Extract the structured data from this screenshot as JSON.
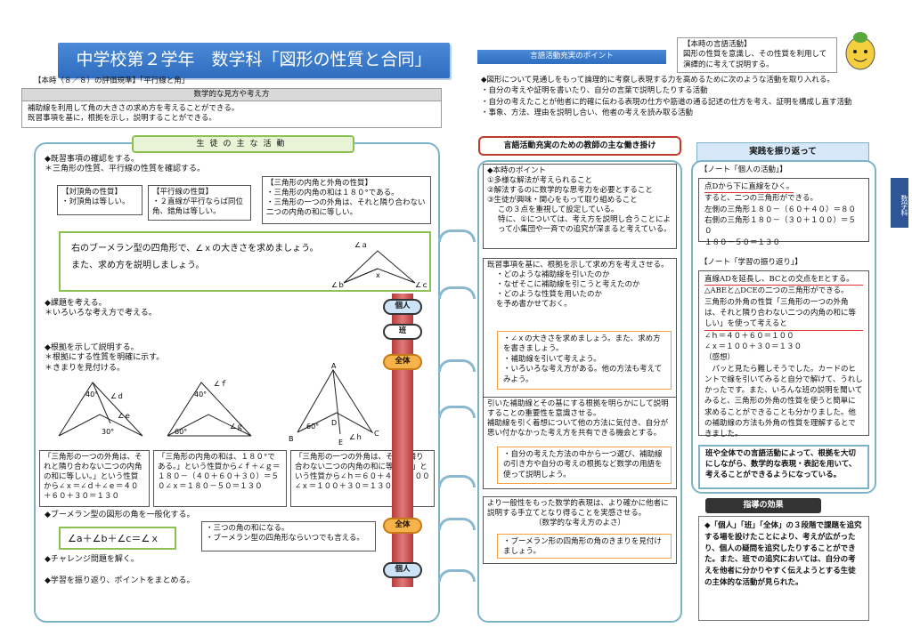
{
  "title": "中学校第２学年　数学科「図形の性質と合同」",
  "hyouka": {
    "label": "【本時（８／８）の評価規準】「平行線と角」",
    "head": "数学的な見方や考え方",
    "lines": [
      "補助線を利用して角の大きさの求め方を考えることができる。",
      "既習事項を基に，根拠を示し，説明することができる。"
    ]
  },
  "activity_head": "生徒の主な活動",
  "left": {
    "confirm": [
      "◆既習事項の確認をする。",
      "＊三角形の性質、平行線の性質を確認する。"
    ],
    "box1": {
      "title": "【対頂角の性質】",
      "body": "・対頂角は等しい。"
    },
    "box2": {
      "title": "【平行線の性質】",
      "body": "・２直線が平行ならば同位角、錯角は等しい。"
    },
    "box3": {
      "title": "【三角形の内角と外角の性質】",
      "lines": [
        "・三角形の内角の和は１８０°である。",
        "・三角形の一つの外角は、それと隣り合わない二つの内角の和に等しい。"
      ]
    },
    "question": [
      "右のブーメラン型の四角形で、∠ｘの大きさを求めましょう。",
      "また、求め方を説明しましょう。"
    ],
    "task": [
      "◆課題を考える。",
      "＊いろいろな考え方で考える。"
    ],
    "explain": [
      "◆根拠を示して説明する。",
      "＊根拠にする性質を明確に示す。",
      "＊きまりを見付ける。"
    ],
    "sol1": "「三角形の一つの外角は、それと隣り合わない二つの内角の和に等しい。」という性質から∠ｘ＝∠ｄ＋∠ｅ＝４０＋６０＋３０＝１３０",
    "sol2": "「三角形の内角の和は、１８０°である。」という性質から∠ｆ＋∠ｇ＝１８０－（４０＋６０＋３０）＝５０∠ｘ＝１８０－５０＝１３０",
    "sol3": "「三角形の一つの外角は、それと隣り合わない二つの内角の和に等しい。」という性質から∠ｈ＝６０＋４０＝１００∠ｘ＝１００＋３０＝１３０",
    "general": "◆ブーメラン型の図形の角を一般化する。",
    "formula": "∠a＋∠b＋∠c＝∠ｘ",
    "formula_note": [
      "・三つの角の和になる。",
      "・ブーメラン型の四角形ならいつでも言える。"
    ],
    "challenge": "◆チャレンジ問題を解く。",
    "review": "◆学習を振り返り、ポイントをまとめる。"
  },
  "figure_labels": {
    "a": "∠ａ",
    "b": "∠ｂ",
    "c": "∠ｃ",
    "x": "x",
    "d": "∠ｄ",
    "e": "∠ｅ",
    "f": "∠ｆ",
    "g": "∠ｇ",
    "h": "∠ｈ",
    "A": "A",
    "B": "B",
    "C": "C",
    "D": "D",
    "E": "E",
    "d40": "40°",
    "d60": "60°",
    "d30": "30°"
  },
  "pills": [
    "個人",
    "班",
    "全体",
    "全体",
    "個人"
  ],
  "point_head": "言語活動充実のポイント",
  "point_lines": [
    "◆図形について見通しをもって論理的に考察し表現する力を高めるために次のような活動を取り入れる。",
    "・自分の考えや証明を書いたり、自分の言葉で説明したりする活動",
    "・自分の考えたことが他者に的確に伝わる表現の仕方や筋道の通る記述の仕方を考え、証明を構成し直す活動",
    "・事象、方法、理由を説明し合い、他者の考えを読み取る活動"
  ],
  "callout": {
    "title": "【本時の言語活動】",
    "body": "図形の性質を意識し、その性質を利用して演繹的に考えて説明する。"
  },
  "teacher_head": "言語活動充実のための教師の主な働き掛け",
  "teacher": {
    "points": [
      "◆本時のポイント",
      "①多様な解法が考えられること",
      "②解法するのに数学的な思考力を必要とすること",
      "③生徒が興味・関心をもって取り組めること",
      "この３点を重視して設定している。",
      "特に、①については、考え方を説明し合うことによって小集団や一斉での追究が深まると考えている。"
    ],
    "b1": [
      "既習事項を基に、根拠を示して求め方を考えさせる。",
      "・どのような補助線を引いたのか",
      "・なぜそこに補助線を引こうと考えたのか",
      "・どのような性質を用いたのか",
      "を予め書かせておく。"
    ],
    "o1": [
      "・∠ｘの大きさを求めましょう。また、求め方を書きましょう。",
      "・補助線を引いて考えよう。",
      "・いろいろな考え方がある。他の方法も考えてみよう。"
    ],
    "b2": [
      "引いた補助線とその基にする根拠を明らかにして説明することの重要性を意識させる。",
      "補助線を引く着想について他の方法に気付き、自分が思い付かなかった考え方を共有できる機会とする。"
    ],
    "o2": [
      "・自分の考えた方法の中から一つ選び、補助線の引き方や自分の考えの根拠など数学の用語を使って説明しよう。"
    ],
    "b3": [
      "より一般性をもった数学的表現は、より確かに他者に説明する手立てとなり得ることを実感させる。",
      "（数学的な考え方のよさ）"
    ],
    "o3": [
      "・ブーメラン形の四角形の角のきまりを見付けましょう。"
    ]
  },
  "reflect_head": "実践を振り返って",
  "note1": {
    "title": "【ノート「個人の活動」】",
    "lines": [
      "点Dから下に直線をひく。",
      "すると、二つの三角形ができる。",
      "左側の三角形１８０－（６０＋４０）＝８０",
      "右側の三角形１８０－（３０＋１００）＝５０",
      "１８０－５０＝１３０"
    ]
  },
  "note2": {
    "title": "【ノート「学習の振り返り」】",
    "lines": [
      "直線ADを延長し、BCとの交点をEとする。",
      "△ABEと△DCEの二つの三角形ができる。",
      "三角形の外角の性質「三角形の一つの外角は、それと隣り合わない二つの内角の和に等しい」を使って考えると",
      "∠ｈ＝４０＋６０＝１００",
      "∠ｘ＝１００＋３０＝１３０",
      "（感想）",
      "パッと見たら難しそうでした。カードのヒントで線を引いてみると自分で解けて、うれしかったです。また、いろんな班の説明を聞いてみると、三角形の外角の性質を使うと簡単に求めることができることも分かりました。他の補助線の方法も外角の性質を理解するとできました。"
    ]
  },
  "reflect_box": "班や全体での言語活動によって、根拠を大切にしながら、数学的な表現・表記を用いて、考えることができるようになっている。",
  "effect_head": "指導の効果",
  "effect": "◆「個人」「班」「全体」の３段階で課題を追究する場を設けたことにより、考えが広がったり、個人の疑問を追究したりすることができた。また、班での追究においては、自分の考えを他者に分かりやすく伝えようとする生徒の主体的な活動が見られた。",
  "side_tab": "数学科"
}
